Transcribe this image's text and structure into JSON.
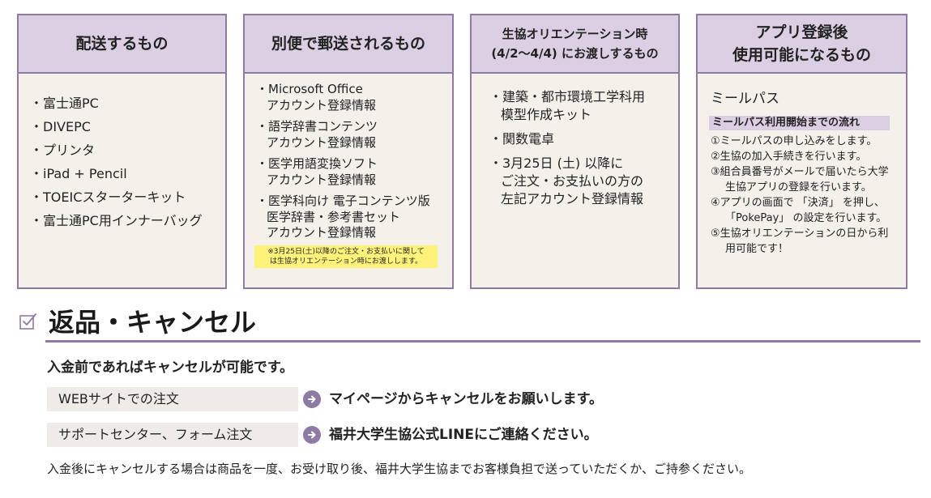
{
  "columns": [
    {
      "heading": "配送するもの",
      "items": [
        "・富士通PC",
        "・DIVEPC",
        "・プリンタ",
        "・iPad + Pencil",
        "・TOEICスターターキット",
        "・富士通PC用インナーバッグ"
      ]
    },
    {
      "heading": "別便で郵送されるもの",
      "items": [
        "・Microsoft Office\nアカウント登録情報",
        "・語学辞書コンテンツ\nアカウント登録情報",
        "・医学用語変換ソフト\nアカウント登録情報",
        "・医学科向け 電子コンテンツ版\n医学辞書・参考書セット\nアカウント登録情報"
      ],
      "note": "※3月25日(土)以降のご注文・お支払いに関して\nは生協オリエンテーション時にお渡しします。"
    },
    {
      "heading": "生協オリエンテーション時\n(4/2〜4/4) にお渡しするもの",
      "items": [
        "・建築・都市環境工学科用\n模型作成キット",
        "・関数電卓",
        "・3月25日 (土) 以降に\nご注文・お支払いの方の\n左記アカウント登録情報"
      ]
    },
    {
      "heading": "アプリ登録後\n使用可能になるもの",
      "title": "ミールパス",
      "subheading": "ミールパス利用開始までの流れ",
      "steps": [
        "①ミールパスの申し込みをします。",
        "②生協の加入手続きを行います。",
        "③組合員番号がメールで届いたら大学生協アプリの登録を行います。",
        "④アプリの画面で 「決済」 を押し、「PokePay」 の設定を行います。",
        "⑤生協オリエンテーションの日から利用可能です！"
      ]
    }
  ],
  "returns": {
    "title": "返品・キャンセル",
    "icon": "checkbox-icon",
    "intro": "入金前であればキャンセルが可能です。",
    "rows": [
      {
        "label": "WEBサイトでの注文",
        "action": "マイページからキャンセルをお願いします。"
      },
      {
        "label": "サポートセンター、フォーム注文",
        "action": "福井大学生協公式LINEにご連絡ください。"
      }
    ],
    "outro": "入金後にキャンセルする場合は商品を一度、お受け取り後、福井大学生協までお客様負担で送っていただくか、ご持参ください。"
  },
  "colors": {
    "accent": "#8e7aa3",
    "header_bg": "#dccfe4",
    "panel_bg": "#f4f0ea",
    "note_bg": "#fff27a"
  }
}
